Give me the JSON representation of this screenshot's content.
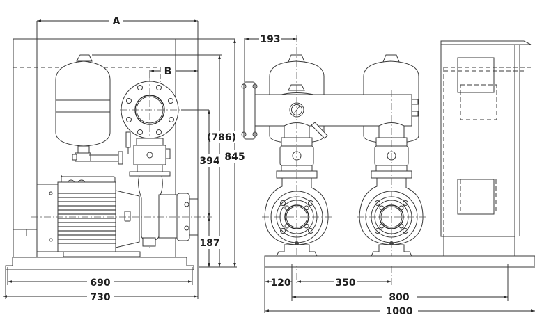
{
  "drawing": {
    "title": "Booster pump set dimension drawing",
    "colors": {
      "line": "#3a3a3a",
      "text": "#1e1e1e",
      "background": "#ffffff"
    },
    "side_view": {
      "dimensions": {
        "overall_width_letter": "A",
        "flange_offset_letter": "B",
        "total_height": "845",
        "tank_height": "(786)",
        "discharge_height": "394",
        "shaft_height": "187",
        "base_hole_span": "690",
        "base_width": "730"
      }
    },
    "front_view": {
      "dimensions": {
        "header_offset": "193",
        "edge_to_first_pump": "120",
        "pump_spacing": "350",
        "anchor_span": "800",
        "base_length": "1000"
      }
    }
  }
}
